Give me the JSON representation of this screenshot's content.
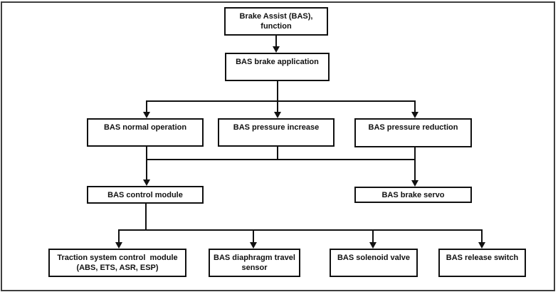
{
  "diagram": {
    "type": "flowchart",
    "nodes": {
      "function": {
        "label": "Brake Assist (BAS),\nfunction"
      },
      "brake_application": {
        "label": "BAS brake application"
      },
      "normal_operation": {
        "label": "BAS normal operation"
      },
      "pressure_increase": {
        "label": "BAS pressure increase"
      },
      "pressure_reduction": {
        "label": "BAS pressure reduction"
      },
      "control_module": {
        "label": "BAS control module"
      },
      "brake_servo": {
        "label": "BAS brake servo"
      },
      "traction_module": {
        "label": "Traction system control  module\n(ABS, ETS, ASR, ESP)"
      },
      "diaphragm_sensor": {
        "label": "BAS diaphragm travel\nsensor"
      },
      "solenoid_valve": {
        "label": "BAS solenoid valve"
      },
      "release_switch": {
        "label": "BAS release switch"
      }
    },
    "edges": [
      {
        "from": "function",
        "to": "brake_application"
      },
      {
        "from": "brake_application",
        "to": "normal_operation"
      },
      {
        "from": "brake_application",
        "to": "pressure_increase"
      },
      {
        "from": "brake_application",
        "to": "pressure_reduction"
      },
      {
        "from": "normal_operation",
        "to": "control_module"
      },
      {
        "from": "pressure_increase",
        "to": "control_module"
      },
      {
        "from": "pressure_reduction",
        "to": "control_module"
      },
      {
        "from": "normal_operation",
        "to": "brake_servo"
      },
      {
        "from": "pressure_increase",
        "to": "brake_servo"
      },
      {
        "from": "pressure_reduction",
        "to": "brake_servo"
      },
      {
        "from": "control_module",
        "to": "traction_module"
      },
      {
        "from": "control_module",
        "to": "diaphragm_sensor"
      },
      {
        "from": "control_module",
        "to": "solenoid_valve"
      },
      {
        "from": "control_module",
        "to": "release_switch"
      }
    ],
    "colors": {
      "line": "#111111",
      "node_border": "#111111",
      "text": "#111111",
      "frame_border": "#3f3f3f",
      "background": "#ffffff"
    }
  }
}
